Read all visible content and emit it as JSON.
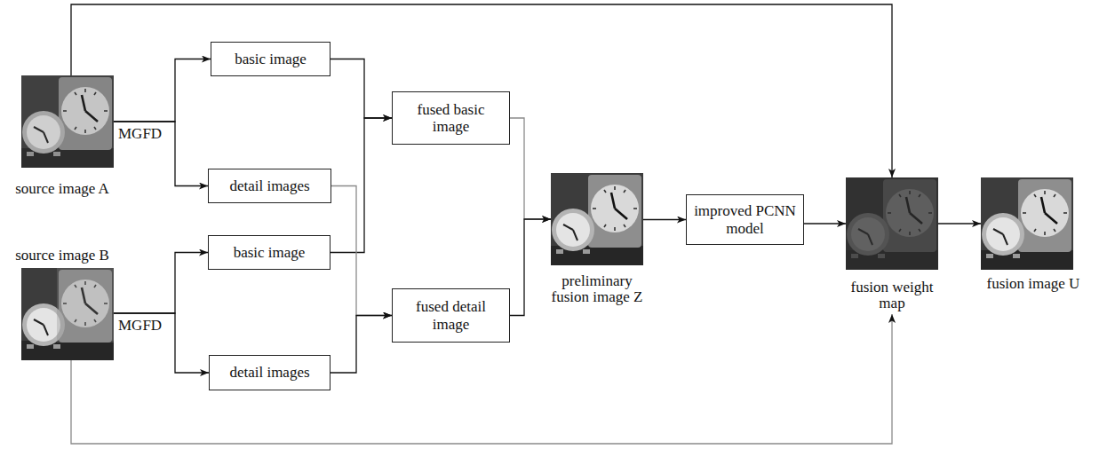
{
  "diagram": {
    "nodes": [
      {
        "text": [
          "source image A"
        ]
      },
      {
        "text": [
          "basic image"
        ]
      },
      {
        "text": [
          "detail images"
        ]
      },
      {
        "text": [
          "fused basic image"
        ]
      },
      {
        "text": [
          "fused detail image"
        ]
      },
      {
        "text": [
          "source image B"
        ]
      },
      {
        "text": [
          "basic image"
        ]
      },
      {
        "text": [
          "detail images"
        ]
      },
      {
        "text": [
          "preliminary fusion image Z"
        ]
      },
      {
        "text": [
          "improved PCNN model"
        ]
      },
      {
        "text": [
          "fusion weight map"
        ]
      },
      {
        "text": [
          "fusion image U"
        ]
      }
    ],
    "edges": [
      {
        "from": 0,
        "to": 1,
        "arrow": "to",
        "label": "MGFD"
      },
      {
        "from": 0,
        "to": 2,
        "arrow": "to"
      },
      {
        "from": 5,
        "to": 6,
        "arrow": "to",
        "label": "MGFD"
      },
      {
        "from": 5,
        "to": 7,
        "arrow": "to"
      },
      {
        "from": 1,
        "to": 3,
        "arrow": "to"
      },
      {
        "from": 6,
        "to": 3,
        "arrow": "to"
      },
      {
        "from": 2,
        "to": 4,
        "arrow": "to"
      },
      {
        "from": 7,
        "to": 4,
        "arrow": "to"
      },
      {
        "from": 3,
        "to": 8,
        "arrow": "to"
      },
      {
        "from": 4,
        "to": 8,
        "arrow": "to"
      },
      {
        "from": 8,
        "to": 9,
        "arrow": "to"
      },
      {
        "from": 9,
        "to": 10,
        "arrow": "to"
      },
      {
        "from": 10,
        "to": 11,
        "arrow": "to"
      },
      {
        "from": 0,
        "to": 10,
        "arrow": "to"
      },
      {
        "from": 5,
        "to": 10,
        "arrow": "to"
      }
    ]
  }
}
